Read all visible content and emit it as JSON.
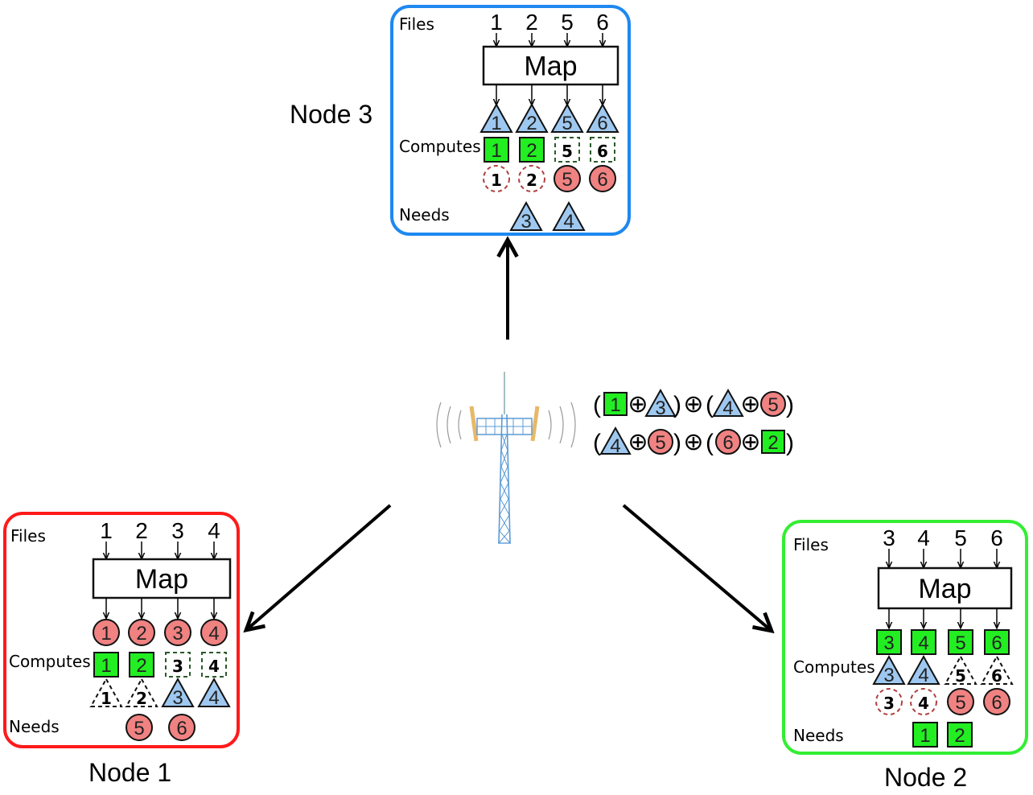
{
  "colors": {
    "node1_border": "#ff1a1a",
    "node2_border": "#33ee33",
    "node3_border": "#1e88f0",
    "square_fill": "#22ee22",
    "triangle_fill": "#9ec8f0",
    "circle_fill": "#f08282",
    "dashed_circle_stroke": "#b04040",
    "dashed_square_stroke": "#2a5a2a",
    "tower_blue": "#5b9bd5",
    "tower_panel": "#f2c77e"
  },
  "labels": {
    "files": "Files",
    "map": "Map",
    "computes": "Computes",
    "needs": "Needs"
  },
  "nodes": [
    {
      "id": "node3",
      "title": "Node 3",
      "files": [
        "1",
        "2",
        "5",
        "6"
      ],
      "map_outputs": [
        {
          "shape": "triangle",
          "label": "1"
        },
        {
          "shape": "triangle",
          "label": "2"
        },
        {
          "shape": "triangle",
          "label": "5"
        },
        {
          "shape": "triangle",
          "label": "6"
        }
      ],
      "computes_row1": [
        {
          "shape": "square",
          "label": "1",
          "dashed": false
        },
        {
          "shape": "square",
          "label": "2",
          "dashed": false
        },
        {
          "shape": "square",
          "label": "5",
          "dashed": true
        },
        {
          "shape": "square",
          "label": "6",
          "dashed": true
        }
      ],
      "computes_row2": [
        {
          "shape": "circle",
          "label": "1",
          "dashed": true
        },
        {
          "shape": "circle",
          "label": "2",
          "dashed": true
        },
        {
          "shape": "circle",
          "label": "5",
          "dashed": false
        },
        {
          "shape": "circle",
          "label": "6",
          "dashed": false
        }
      ],
      "needs": [
        {
          "shape": "triangle",
          "label": "3"
        },
        {
          "shape": "triangle",
          "label": "4"
        }
      ]
    },
    {
      "id": "node1",
      "title": "Node 1",
      "files": [
        "1",
        "2",
        "3",
        "4"
      ],
      "map_outputs": [
        {
          "shape": "circle",
          "label": "1"
        },
        {
          "shape": "circle",
          "label": "2"
        },
        {
          "shape": "circle",
          "label": "3"
        },
        {
          "shape": "circle",
          "label": "4"
        }
      ],
      "computes_row1": [
        {
          "shape": "square",
          "label": "1",
          "dashed": false
        },
        {
          "shape": "square",
          "label": "2",
          "dashed": false
        },
        {
          "shape": "square",
          "label": "3",
          "dashed": true
        },
        {
          "shape": "square",
          "label": "4",
          "dashed": true
        }
      ],
      "computes_row2": [
        {
          "shape": "triangle",
          "label": "1",
          "dashed": true
        },
        {
          "shape": "triangle",
          "label": "2",
          "dashed": true
        },
        {
          "shape": "triangle",
          "label": "3",
          "dashed": false
        },
        {
          "shape": "triangle",
          "label": "4",
          "dashed": false
        }
      ],
      "needs": [
        {
          "shape": "circle",
          "label": "5"
        },
        {
          "shape": "circle",
          "label": "6"
        }
      ]
    },
    {
      "id": "node2",
      "title": "Node 2",
      "files": [
        "3",
        "4",
        "5",
        "6"
      ],
      "map_outputs": [
        {
          "shape": "square",
          "label": "3"
        },
        {
          "shape": "square",
          "label": "4"
        },
        {
          "shape": "square",
          "label": "5"
        },
        {
          "shape": "square",
          "label": "6"
        }
      ],
      "computes_row1": [
        {
          "shape": "triangle",
          "label": "3",
          "dashed": false
        },
        {
          "shape": "triangle",
          "label": "4",
          "dashed": false
        },
        {
          "shape": "triangle",
          "label": "5",
          "dashed": true
        },
        {
          "shape": "triangle",
          "label": "6",
          "dashed": true
        }
      ],
      "computes_row2": [
        {
          "shape": "circle",
          "label": "3",
          "dashed": true
        },
        {
          "shape": "circle",
          "label": "4",
          "dashed": true
        },
        {
          "shape": "circle",
          "label": "5",
          "dashed": false
        },
        {
          "shape": "circle",
          "label": "6",
          "dashed": false
        }
      ],
      "needs": [
        {
          "shape": "square",
          "label": "1"
        },
        {
          "shape": "square",
          "label": "2"
        }
      ]
    }
  ],
  "broadcast": {
    "icon": "cell-tower-icon",
    "equations": [
      {
        "groups": [
          [
            {
              "shape": "square",
              "label": "1"
            },
            {
              "shape": "triangle",
              "label": "3"
            }
          ],
          [
            {
              "shape": "triangle",
              "label": "4"
            },
            {
              "shape": "circle",
              "label": "5"
            }
          ]
        ]
      },
      {
        "groups": [
          [
            {
              "shape": "triangle",
              "label": "4"
            },
            {
              "shape": "circle",
              "label": "5"
            }
          ],
          [
            {
              "shape": "circle",
              "label": "6"
            },
            {
              "shape": "square",
              "label": "2"
            }
          ]
        ]
      }
    ],
    "xor_symbol": "⊕",
    "open_paren": "(",
    "close_paren": ")"
  }
}
